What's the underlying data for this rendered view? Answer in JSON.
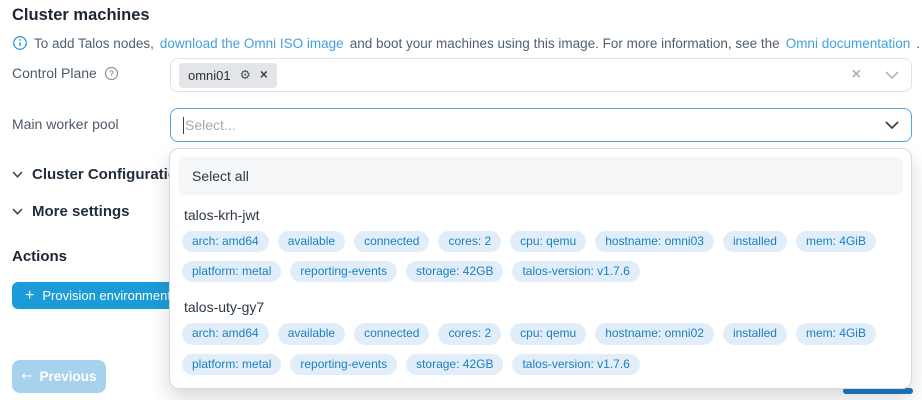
{
  "header": {
    "title": "Cluster machines",
    "note": {
      "prefix": "To add Talos nodes,",
      "link_iso": "download the Omni ISO image",
      "middle": "and boot your machines using this image. For more information, see the",
      "link_docs": "Omni documentation",
      "suffix": "."
    }
  },
  "form": {
    "control_plane": {
      "label": "Control Plane",
      "selected": "omni01"
    },
    "worker_pool": {
      "label": "Main worker pool",
      "placeholder": "Select..."
    }
  },
  "dropdown": {
    "select_all": "Select all",
    "machines": [
      {
        "name": "talos-krh-jwt",
        "tags": [
          "arch: amd64",
          "available",
          "connected",
          "cores: 2",
          "cpu: qemu",
          "hostname: omni03",
          "installed",
          "mem: 4GiB",
          "platform: metal",
          "reporting-events",
          "storage: 42GB",
          "talos-version: v1.7.6"
        ]
      },
      {
        "name": "talos-uty-gy7",
        "tags": [
          "arch: amd64",
          "available",
          "connected",
          "cores: 2",
          "cpu: qemu",
          "hostname: omni02",
          "installed",
          "mem: 4GiB",
          "platform: metal",
          "reporting-events",
          "storage: 42GB",
          "talos-version: v1.7.6"
        ]
      }
    ]
  },
  "sections": {
    "cluster_config": "Cluster Configuration",
    "more_settings": "More settings"
  },
  "actions": {
    "heading": "Actions",
    "provision_button": "Provision environment"
  },
  "footer": {
    "previous_button": "Previous"
  },
  "icons": {
    "gear": "⚙",
    "remove": "×",
    "clear": "×",
    "plus": "+",
    "back_arrow": "←"
  },
  "colors": {
    "accent": "#1b9cd8",
    "link": "#42a0e0",
    "tag_bg": "#e1eefa",
    "tag_text": "#1a7fc1",
    "focus": "#55a5e5",
    "next_blue": "#1a78c0",
    "prev_disabled": "#a7d2ee"
  }
}
